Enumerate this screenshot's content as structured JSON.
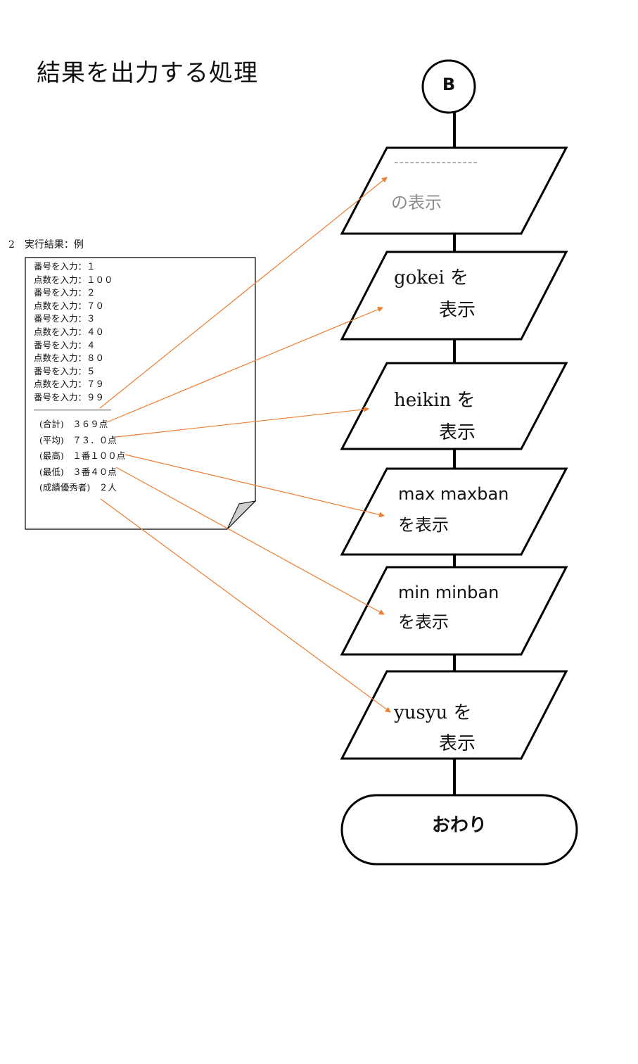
{
  "title": "結果を出力する処理",
  "section_label": "2　実行結果：例",
  "execution_log": [
    "番号を入力：１",
    "点数を入力：１００",
    "番号を入力：２",
    "点数を入力：７０",
    "番号を入力：３",
    "点数を入力：４０",
    "番号を入力：４",
    "点数を入力：８０",
    "番号を入力：５",
    "点数を入力：７９",
    "番号を入力：９９"
  ],
  "separator": "――――――――――",
  "results": [
    "(合計)　３６９点",
    "(平均)　７３．０点",
    "(最高)　１番１００点",
    "(最低)　３番４０点",
    "(成績優秀者)　２人"
  ],
  "flowchart": {
    "start_label": "B",
    "end_label": "おわり",
    "display_nodes": [
      {
        "line1": "----------------",
        "line2": "の表示"
      },
      {
        "line1": "gokei を",
        "line2": "表示"
      },
      {
        "line1": "heikin を",
        "line2": "表示"
      },
      {
        "line1": "max  maxban",
        "line2": "を表示"
      },
      {
        "line1": "min  minban",
        "line2": "を表示"
      },
      {
        "line1": "yusyu を",
        "line2": "表示"
      }
    ]
  },
  "colors": {
    "arrow": "#ed7d31",
    "stroke": "#000000",
    "text": "#111111",
    "placeholder": "#8c8c8c"
  }
}
